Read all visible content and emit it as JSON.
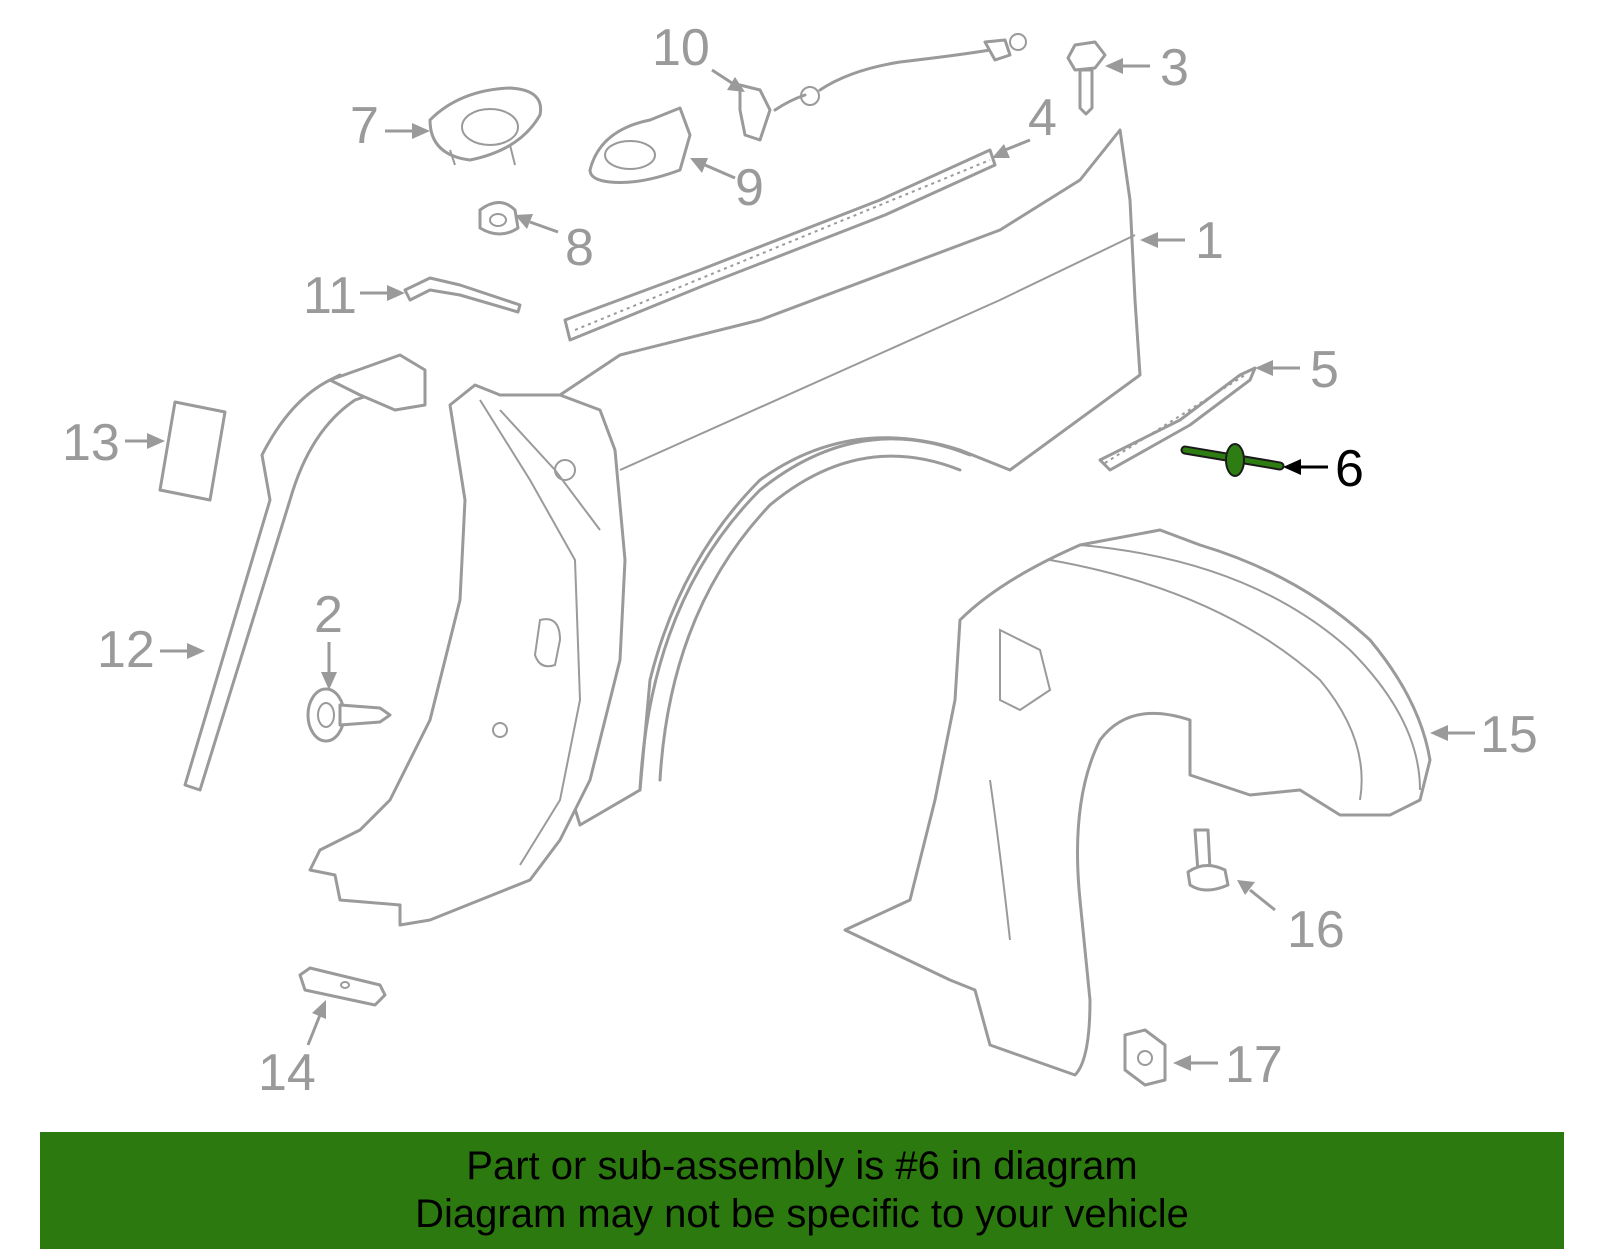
{
  "diagram": {
    "callouts": [
      {
        "number": "1"
      },
      {
        "number": "2"
      },
      {
        "number": "3"
      },
      {
        "number": "4"
      },
      {
        "number": "5"
      },
      {
        "number": "6"
      },
      {
        "number": "7"
      },
      {
        "number": "8"
      },
      {
        "number": "9"
      },
      {
        "number": "10"
      },
      {
        "number": "11"
      },
      {
        "number": "12"
      },
      {
        "number": "13"
      },
      {
        "number": "14"
      },
      {
        "number": "15"
      },
      {
        "number": "16"
      },
      {
        "number": "17"
      }
    ],
    "highlighted_part": "6",
    "colors": {
      "line_art": "#9a9a9a",
      "highlight_part": "#2e7d12",
      "banner_background": "#2c7a0f",
      "banner_text": "#000000"
    }
  },
  "banner": {
    "line1": "Part or sub-assembly is #6 in diagram",
    "line2": "Diagram may not be specific to your vehicle"
  }
}
